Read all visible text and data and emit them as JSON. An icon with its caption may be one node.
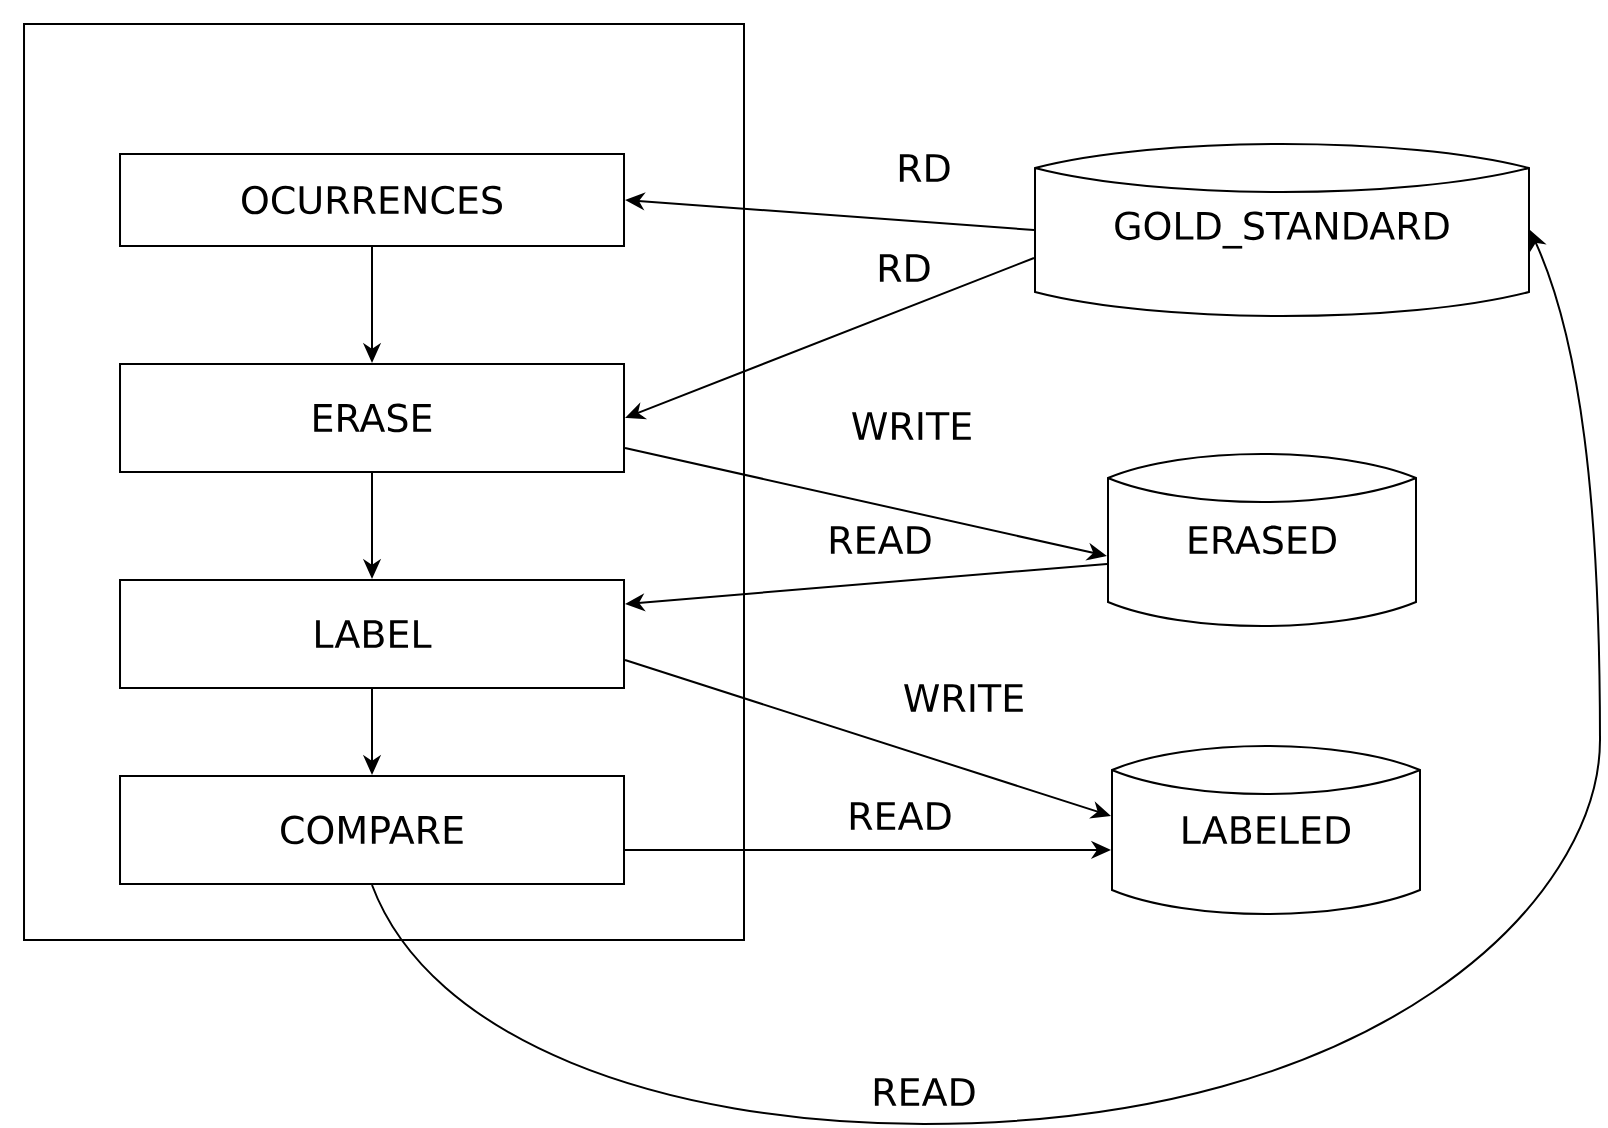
{
  "diagram": {
    "nodes": [
      {
        "text": [],
        "shape": "box"
      },
      {
        "text": [
          "OCURRENCES"
        ],
        "in": 0
      },
      {
        "text": [
          "ERASE"
        ],
        "in": 0
      },
      {
        "text": [
          "LABEL"
        ],
        "in": 0
      },
      {
        "text": [
          "COMPARE"
        ],
        "in": 0
      },
      {
        "text": [
          "GOLD_STANDARD"
        ]
      },
      {
        "text": [
          "ERASED"
        ]
      },
      {
        "text": [
          "LABELED"
        ]
      }
    ],
    "edges": [
      {
        "from": 1,
        "to": 2,
        "arrow": "to"
      },
      {
        "from": 2,
        "to": 3,
        "arrow": "to"
      },
      {
        "from": 3,
        "to": 4,
        "arrow": "to"
      },
      {
        "from": 5,
        "to": 1,
        "arrow": "to",
        "label": "RD"
      },
      {
        "from": 5,
        "to": 2,
        "arrow": "to",
        "label": "RD"
      },
      {
        "from": 2,
        "to": 6,
        "arrow": "to",
        "label": "WRITE"
      },
      {
        "from": 6,
        "to": 3,
        "arrow": "to",
        "label": "READ"
      },
      {
        "from": 3,
        "to": 7,
        "arrow": "to",
        "label": "WRITE"
      },
      {
        "from": 4,
        "to": 7,
        "arrow": "to",
        "label": "READ"
      },
      {
        "from": 4,
        "to": 5,
        "arrow": "to",
        "label": "READ"
      }
    ]
  }
}
